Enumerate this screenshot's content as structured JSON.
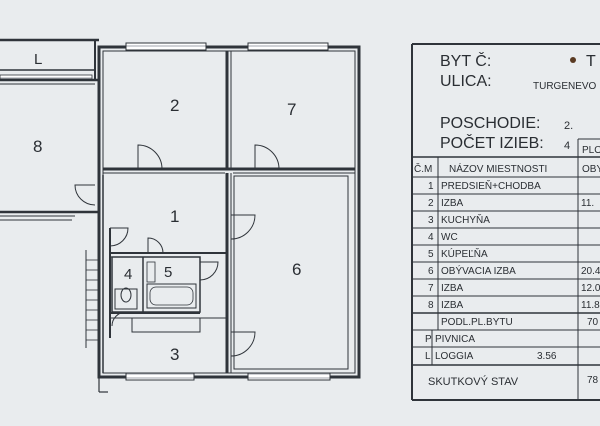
{
  "rooms": [
    {
      "id": "L",
      "label": "L"
    },
    {
      "id": "8",
      "label": "8"
    },
    {
      "id": "2",
      "label": "2"
    },
    {
      "id": "7",
      "label": "7"
    },
    {
      "id": "1",
      "label": "1"
    },
    {
      "id": "6",
      "label": "6"
    },
    {
      "id": "4",
      "label": "4"
    },
    {
      "id": "5",
      "label": "5"
    },
    {
      "id": "3",
      "label": "3"
    }
  ],
  "info": {
    "byt_label": "BYT Č:",
    "byt_value": "T",
    "ulica_label": "ULICA:",
    "ulica_value": "TURGENEVO",
    "poschodie_label": "POSCHODIE:",
    "poschodie_value": "2.",
    "pocet_label": "POČET IZIEB:",
    "pocet_value": "4"
  },
  "table": {
    "col_num": "Č.M",
    "col_name": "NÁZOV MIESTNOSTI",
    "col_plo": "PLO",
    "col_oby": "OBY",
    "rows": [
      {
        "num": "1",
        "name": "PREDSIEŇ+CHODBA",
        "area": ""
      },
      {
        "num": "2",
        "name": "IZBA",
        "area": "11."
      },
      {
        "num": "3",
        "name": "KUCHYŇA",
        "area": ""
      },
      {
        "num": "4",
        "name": "WC",
        "area": ""
      },
      {
        "num": "5",
        "name": "KÚPEĽŇA",
        "area": ""
      },
      {
        "num": "6",
        "name": "OBÝVACIA IZBA",
        "area": "20.4"
      },
      {
        "num": "7",
        "name": "IZBA",
        "area": "12.0"
      },
      {
        "num": "8",
        "name": "IZBA",
        "area": "11.8"
      }
    ],
    "podl_label": "PODL.PL.BYTU",
    "podl_value": "70",
    "pivnica_num": "P",
    "pivnica_label": "PIVNICA",
    "loggia_num": "L",
    "loggia_label": "LOGGIA",
    "loggia_value": "3.56",
    "skutkovy_label": "SKUTKOVÝ STAV",
    "skutkovy_value": "78"
  }
}
